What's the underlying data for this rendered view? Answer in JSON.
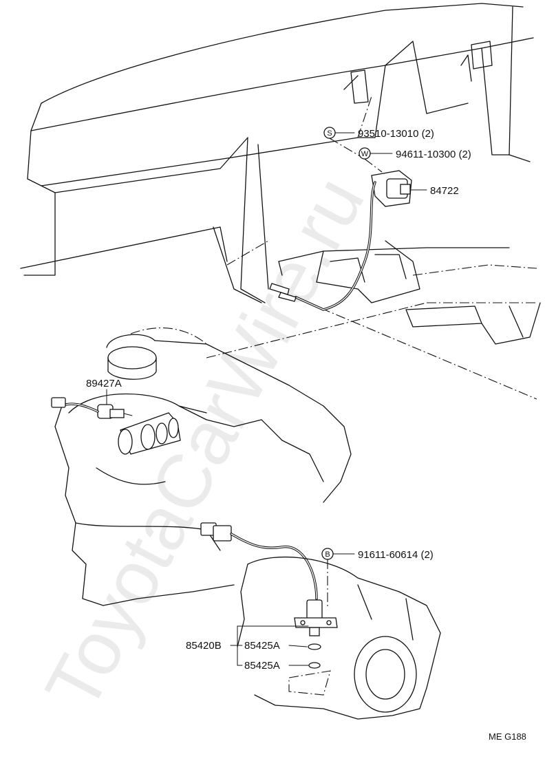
{
  "diagram": {
    "drawing_code": "ME G188",
    "watermark": "ToyotaCarWire.ru",
    "callouts": {
      "bolt_s": {
        "code": "S",
        "part": "93510-13010 (2)"
      },
      "washer_w": {
        "code": "W",
        "part": "94611-10300 (2)"
      },
      "speedometer_sensor": {
        "part": "84722"
      },
      "temp_switch": {
        "part": "89427A"
      },
      "bolt_b": {
        "code": "B",
        "part": "91611-60614 (2)"
      },
      "speed_sensor_assy": {
        "part": "85420B"
      },
      "oring_upper": {
        "part": "85425A"
      },
      "oring_lower": {
        "part": "85425A"
      }
    }
  }
}
